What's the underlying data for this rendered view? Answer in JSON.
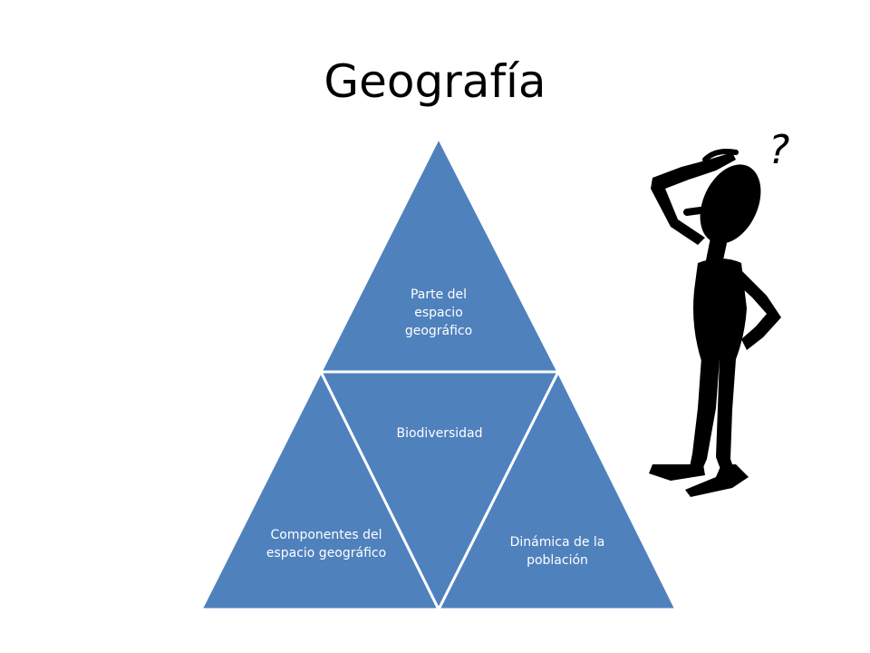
{
  "slide": {
    "title": "Geografía"
  },
  "pyramid": {
    "segments": [
      {
        "label": "Parte del espacio geográfico"
      },
      {
        "label": "Biodiversidad"
      },
      {
        "label": "Componentes del espacio geográfico"
      },
      {
        "label": "Dinámica de la población"
      }
    ],
    "fill_color": "#4f81bd",
    "stroke_color": "#ffffff"
  },
  "illustration": {
    "icon": "thinking-person-icon",
    "question_mark": "?"
  }
}
